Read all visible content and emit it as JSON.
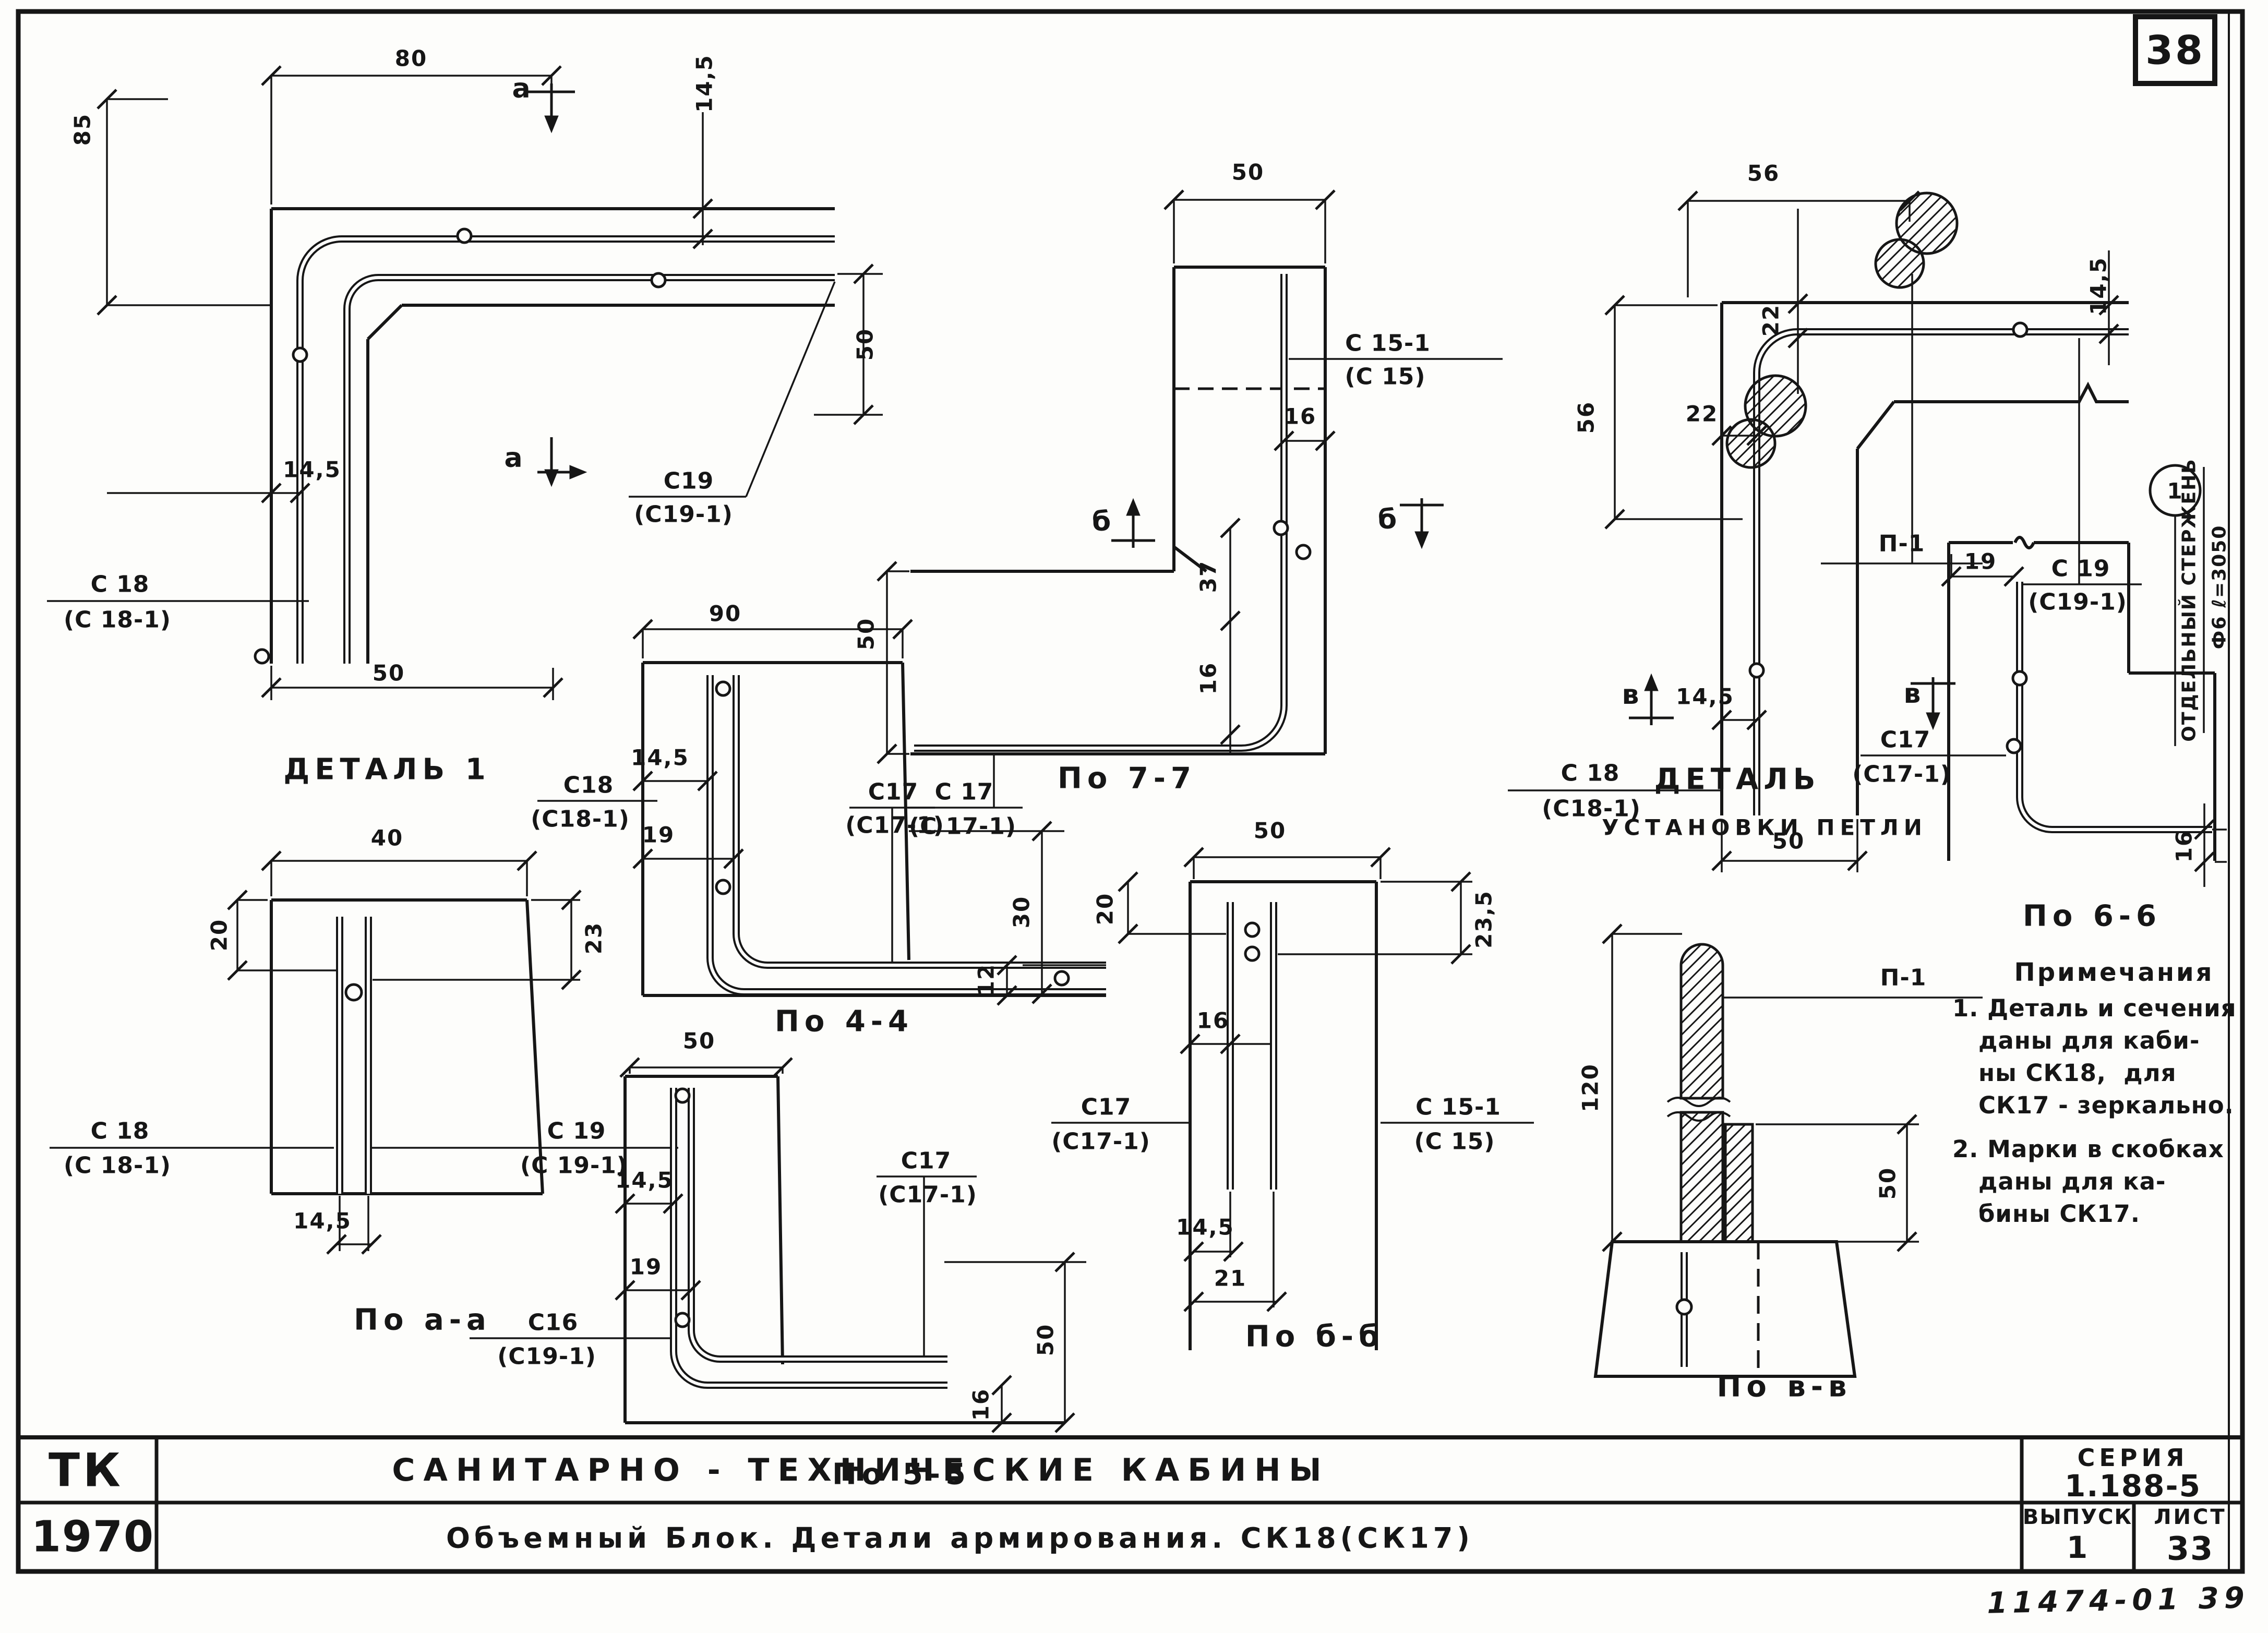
{
  "page": {
    "sheet_number": "38"
  },
  "title_block": {
    "org": "ТК",
    "year": "1970",
    "title": "САНИТАРНО - ТЕХНИЧЕСКИЕ КАБИНЫ",
    "subtitle": "Объемный Блок. Детали армирования. СК18(СК17)",
    "series_label": "СЕРИЯ",
    "series_value": "1.188-5",
    "issue_label": "ВЫПУСК",
    "issue_value": "1",
    "sheet_label": "ЛИСТ",
    "sheet_value": "33",
    "handwritten_note": "11474-01  39"
  },
  "notes": {
    "title": "Примечания",
    "item1": "1. Деталь и сечения\n   да­ны для каби-\n   ны СК18,  для\n   СК17 - зеркально.",
    "item2": "2. Марки в скобках\n   даны для ка-\n   бины СК17."
  },
  "detail1": {
    "caption": "ДЕТАЛЬ 1",
    "dim_top": "80",
    "dim_left": "85",
    "dim_right": "50",
    "cover_top": "14,5",
    "cover_left": "14,5",
    "dim_bottom": "50",
    "cut_label_top": "а",
    "cut_label_bottom": "а",
    "mark_c19_top": "С19",
    "mark_c19_bot": "(С19-1)",
    "mark_c18_top": "С 18",
    "mark_c18_bot": "(С 18-1)"
  },
  "po77": {
    "caption": "По 7-7",
    "dim_top": "50",
    "dim_left": "50",
    "dim_16a": "16",
    "dim_37": "37",
    "dim_16b": "16",
    "cut_label_left": "б",
    "cut_label_right": "б",
    "mark_c15_top": "С 15-1",
    "mark_c15_bot": "(С 15)",
    "mark_c17_top": "С 17",
    "mark_c17_bot": "(С 17-1)"
  },
  "hinge_detail": {
    "caption_line1": "ДЕТАЛЬ",
    "caption_line2": "УСТАНОВКИ ПЕТЛИ",
    "dim_top": "56",
    "dim_left": "56",
    "dim_22a": "22",
    "dim_22b": "22",
    "cover_right": "14,5",
    "cover_left": "14,5",
    "dim_bottom": "50",
    "cut_label_left": "в",
    "cut_label_right": "в",
    "mark_p1": "П-1",
    "mark_c19_top": "С 19",
    "mark_c19_bot": "(С19-1)",
    "mark_c18_top": "С 18",
    "mark_c18_bot": "(С18-1)",
    "callout": "1",
    "rod_note_line1": "ОТДЕЛЬНЫЙ СТЕРЖЕНЬ",
    "rod_note_line2": "Ф6  ℓ=3050"
  },
  "po66": {
    "caption": "По 6-6",
    "dim_19": "19",
    "dim_16": "16",
    "mark_c17_top": "С17",
    "mark_c17_bot": "(С17-1)"
  },
  "poaa": {
    "caption": "По а-а",
    "dim_top": "40",
    "dim_left": "20",
    "dim_right": "23",
    "dim_bottom": "14,5",
    "mark_c18_top": "С 18",
    "mark_c18_bot": "(С 18-1)",
    "mark_c19_top": "С 19",
    "mark_c19_bot": "(С 19-1)"
  },
  "po44": {
    "caption": "По 4-4",
    "dim_top": "90",
    "dim_145": "14,5",
    "dim_19": "19",
    "dim_right": "30",
    "dim_12": "12",
    "mark_c18_top": "С18",
    "mark_c18_bot": "(С18-1)",
    "mark_c17_top": "С17",
    "mark_c17_bot": "(С17-1)"
  },
  "po55": {
    "caption": "По 5-5",
    "dim_top": "50",
    "dim_145": "14,5",
    "dim_19": "19",
    "dim_right": "50",
    "dim_16": "16",
    "mark_c16_top": "С16",
    "mark_c16_bot": "(С19-1)",
    "mark_c17_top": "С17",
    "mark_c17_bot": "(С17-1)"
  },
  "pobb": {
    "caption": "По б-б",
    "dim_top": "50",
    "dim_left": "20",
    "dim_right": "23,5",
    "dim_16": "16",
    "dim_145": "14,5",
    "dim_21": "21",
    "mark_c17_top": "С17",
    "mark_c17_bot": "(С17-1)",
    "mark_c15_top": "С 15-1",
    "mark_c15_bot": "(С 15)"
  },
  "povv": {
    "caption": "По в-в",
    "dim_left": "120",
    "dim_right": "50",
    "mark_p1": "П-1"
  }
}
